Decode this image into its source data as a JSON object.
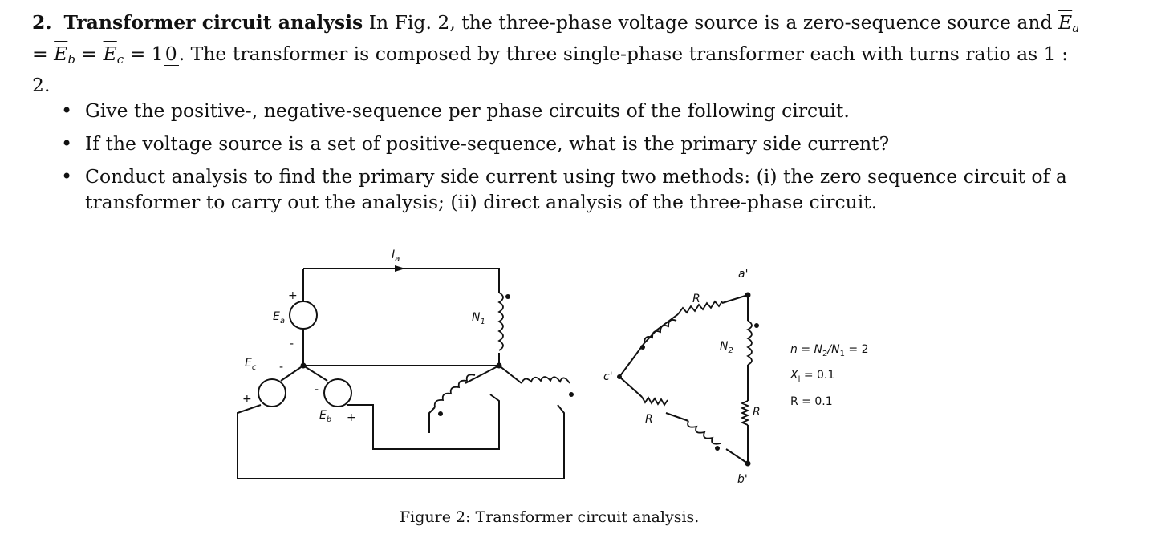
{
  "problem": {
    "number": "2.",
    "title": "Transformer circuit analysis",
    "intro": "In Fig. 2, the three-phase voltage source is a zero-sequence source and",
    "eq_Ea": "E",
    "eq_a": "a",
    "eq_eq1": " = ",
    "eq_Eb": "E",
    "eq_b": "b",
    "eq_eq2": " = ",
    "eq_Ec": "E",
    "eq_c": "c",
    "eq_eq3": " = 1",
    "eq_angle": "0",
    "after_eq": ". The transformer is composed by three single-phase transformer each with turns ratio as 1 : 2."
  },
  "bullets": [
    "Give the positive-, negative-sequence per phase circuits of the following circuit.",
    "If the voltage source is a set of positive-sequence, what is the primary side current?",
    "Conduct analysis to find the primary side current using two methods: (i) the zero sequence circuit of a transformer to carry out the analysis; (ii) direct analysis of the three-phase circuit."
  ],
  "figure": {
    "labels": {
      "Ia": "I",
      "Ia_sub": "a",
      "Ea": "E",
      "Ea_sub": "a",
      "Eb": "E",
      "Eb_sub": "b",
      "Ec": "E",
      "Ec_sub": "c",
      "N1": "N",
      "N1_sub": "1",
      "N2": "N",
      "N2_sub": "2",
      "plus": "+",
      "minus": "-",
      "a_prime": "a'",
      "b_prime": "b'",
      "c_prime": "c'",
      "R_top": "R",
      "R_right": "R",
      "R_bottom": "R"
    },
    "params": {
      "n": "n = N",
      "n_sub1": "2",
      "n_mid": "/N",
      "n_sub2": "1",
      "n_val": " = 2",
      "xl": "X",
      "xl_sub": "l",
      "xl_val": " = 0.1",
      "r": "R = 0.1"
    }
  },
  "caption": "Figure 2: Transformer circuit analysis."
}
